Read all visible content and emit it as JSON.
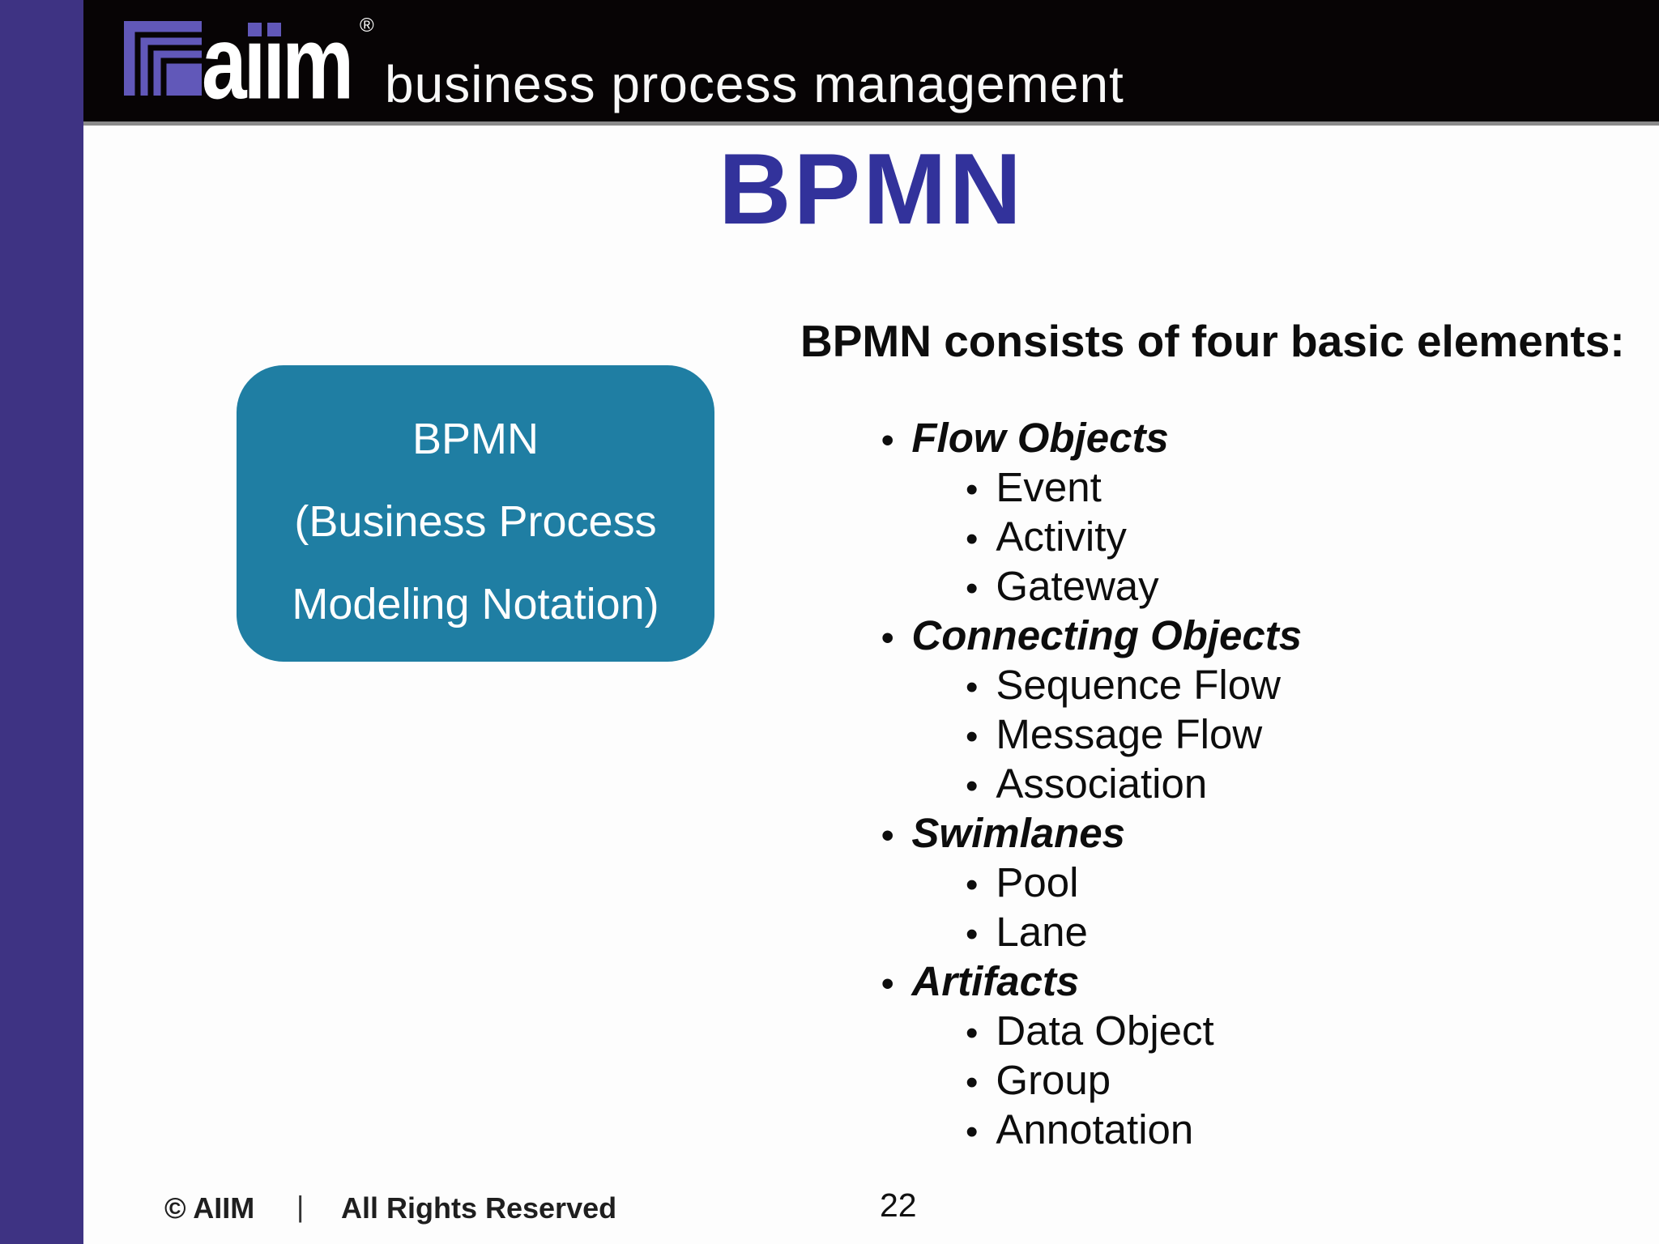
{
  "header": {
    "brand": "aiim",
    "registered_mark": "®",
    "tagline": "business process management"
  },
  "slide": {
    "title": "BPMN"
  },
  "concept_box": {
    "line1": "BPMN",
    "line2": "(Business Process",
    "line3": "Modeling Notation)"
  },
  "elements_panel": {
    "heading": "BPMN consists of four basic elements:",
    "bullet_glyph": "•",
    "items": [
      {
        "label": "Flow Objects",
        "level": 1
      },
      {
        "label": "Event",
        "level": 2
      },
      {
        "label": "Activity",
        "level": 2
      },
      {
        "label": "Gateway",
        "level": 2
      },
      {
        "label": "Connecting Objects",
        "level": 1
      },
      {
        "label": "Sequence Flow",
        "level": 2
      },
      {
        "label": "Message Flow",
        "level": 2
      },
      {
        "label": "Association",
        "level": 2
      },
      {
        "label": "Swimlanes",
        "level": 1
      },
      {
        "label": "Pool",
        "level": 2
      },
      {
        "label": "Lane",
        "level": 2
      },
      {
        "label": "Artifacts",
        "level": 1
      },
      {
        "label": "Data Object",
        "level": 2
      },
      {
        "label": "Group",
        "level": 2
      },
      {
        "label": "Annotation",
        "level": 2
      }
    ]
  },
  "footer": {
    "copyright": "© AIIM",
    "divider": "|",
    "rights": "All Rights Reserved",
    "page_number": "22"
  },
  "colors": {
    "slide_bg": "#fdfdfd",
    "left_stripe": "#3e3383",
    "header_bar": "#070405",
    "logo_purple": "#6158b9",
    "title_blue": "#32329b",
    "concept_box_teal": "#1f7ea3",
    "text_black": "#0d0d0d"
  }
}
